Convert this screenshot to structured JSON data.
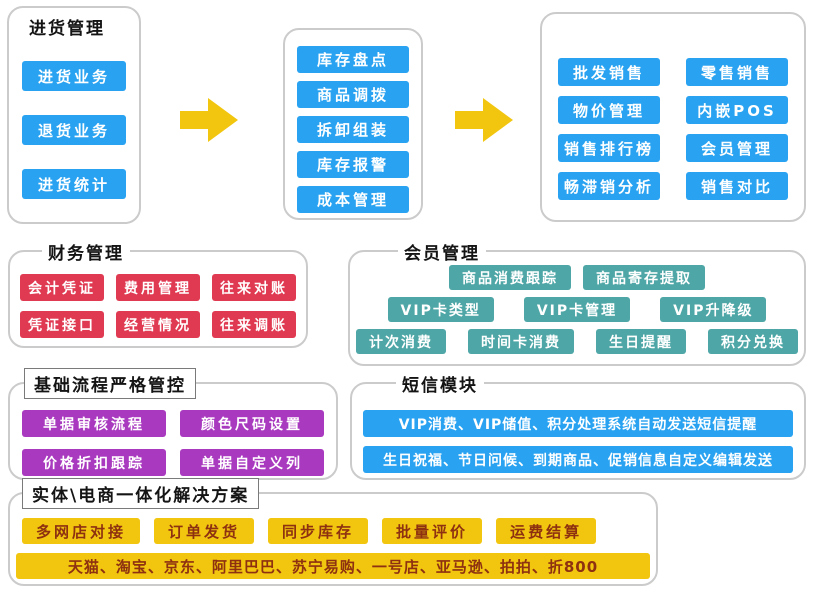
{
  "colors": {
    "blue": "#29a3f1",
    "red": "#e03a52",
    "teal": "#4fa6a6",
    "purple": "#a93abf",
    "yellow": "#f2c50f",
    "yellow_text": "#8d3110",
    "border": "#cbcbcb"
  },
  "purchase": {
    "title": "进货管理",
    "items": [
      "进货业务",
      "退货业务",
      "进货统计"
    ]
  },
  "inventory": {
    "items": [
      "库存盘点",
      "商品调拨",
      "拆卸组装",
      "库存报警",
      "成本管理"
    ]
  },
  "sales": {
    "items": [
      "批发销售",
      "零售销售",
      "物价管理",
      "内嵌POS",
      "销售排行榜",
      "会员管理",
      "畅滞销分析",
      "销售对比"
    ]
  },
  "finance": {
    "title": "财务管理",
    "items": [
      "会计凭证",
      "费用管理",
      "往来对账",
      "凭证接口",
      "经营情况",
      "往来调账"
    ]
  },
  "member": {
    "title": "会员管理",
    "row1": [
      "商品消费跟踪",
      "商品寄存提取"
    ],
    "row2": [
      "VIP卡类型",
      "VIP卡管理",
      "VIP升降级"
    ],
    "row3": [
      "计次消费",
      "时间卡消费",
      "生日提醒",
      "积分兑换"
    ]
  },
  "process": {
    "title": "基础流程严格管控",
    "items": [
      "单据审核流程",
      "颜色尺码设置",
      "价格折扣跟踪",
      "单据自定义列"
    ]
  },
  "sms": {
    "title": "短信模块",
    "lines": [
      "VIP消费、VIP储值、积分处理系统自动发送短信提醒",
      "生日祝福、节日问候、到期商品、促销信息自定义编辑发送"
    ]
  },
  "ecommerce": {
    "title": "实体\\电商一体化解决方案",
    "items": [
      "多网店对接",
      "订单发货",
      "同步库存",
      "批量评价",
      "运费结算"
    ],
    "platforms": "天猫、淘宝、京东、阿里巴巴、苏宁易购、一号店、亚马逊、拍拍、折800"
  }
}
